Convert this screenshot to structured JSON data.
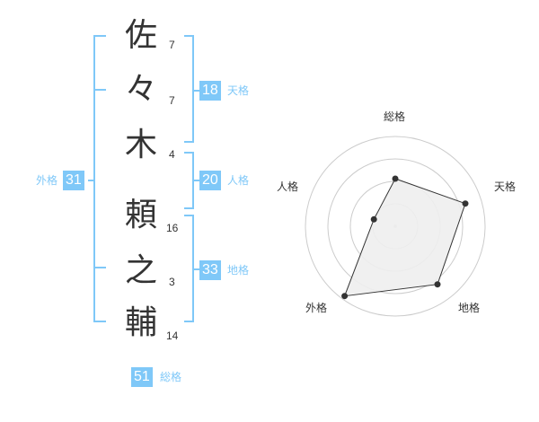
{
  "name_chars": [
    {
      "char": "佐",
      "strokes": "7"
    },
    {
      "char": "々",
      "strokes": "7"
    },
    {
      "char": "木",
      "strokes": "4"
    },
    {
      "char": "頼",
      "strokes": "16"
    },
    {
      "char": "之",
      "strokes": "3"
    },
    {
      "char": "輔",
      "strokes": "14"
    }
  ],
  "kaku": {
    "tenkaku": {
      "value": "18",
      "label": "天格"
    },
    "jinkaku": {
      "value": "20",
      "label": "人格"
    },
    "chikaku": {
      "value": "33",
      "label": "地格"
    },
    "gaikaku": {
      "value": "31",
      "label": "外格"
    },
    "soukaku": {
      "value": "51",
      "label": "総格"
    }
  },
  "colors": {
    "accent": "#7fc8f8",
    "text": "#333333",
    "grid": "#cccccc"
  },
  "chart_data": {
    "type": "radar",
    "axes": [
      "総格",
      "天格",
      "地格",
      "外格",
      "人格"
    ],
    "values": [
      0.53,
      0.82,
      0.8,
      0.96,
      0.25
    ],
    "range": [
      0,
      1
    ],
    "rings": 4
  }
}
